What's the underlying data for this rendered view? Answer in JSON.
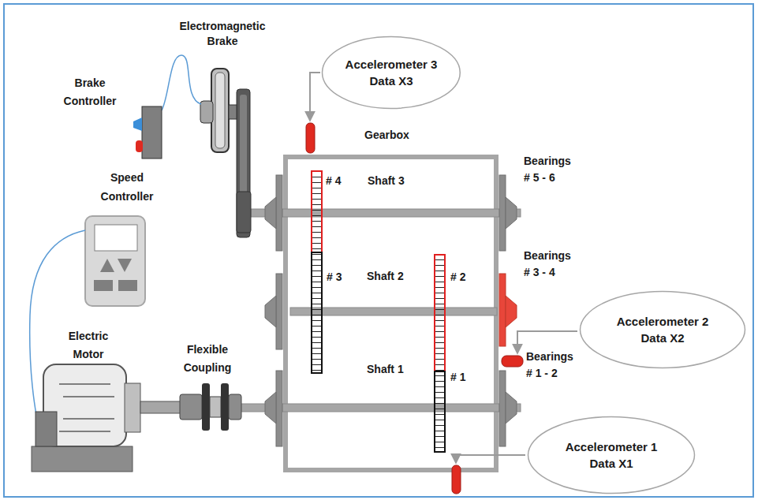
{
  "diagram": {
    "nodes": [
      {
        "text": [
          "Accelerometer 3",
          "Data X3"
        ]
      },
      {
        "text": [
          "Accelerometer 2",
          "Data X2"
        ]
      },
      {
        "text": [
          "Accelerometer 1",
          "Data X1"
        ]
      }
    ],
    "edges": [],
    "labels": [
      "Electromagnetic Brake",
      "Brake Controller",
      "Speed Controller",
      "Electric Motor",
      "Flexible Coupling",
      "Gearbox",
      "Shaft 3",
      "Shaft 2",
      "Shaft 1",
      "# 4",
      "# 3",
      "# 2",
      "# 1",
      "Bearings # 5 - 6",
      "Bearings # 3 - 4",
      "Bearings # 1 - 2"
    ]
  }
}
